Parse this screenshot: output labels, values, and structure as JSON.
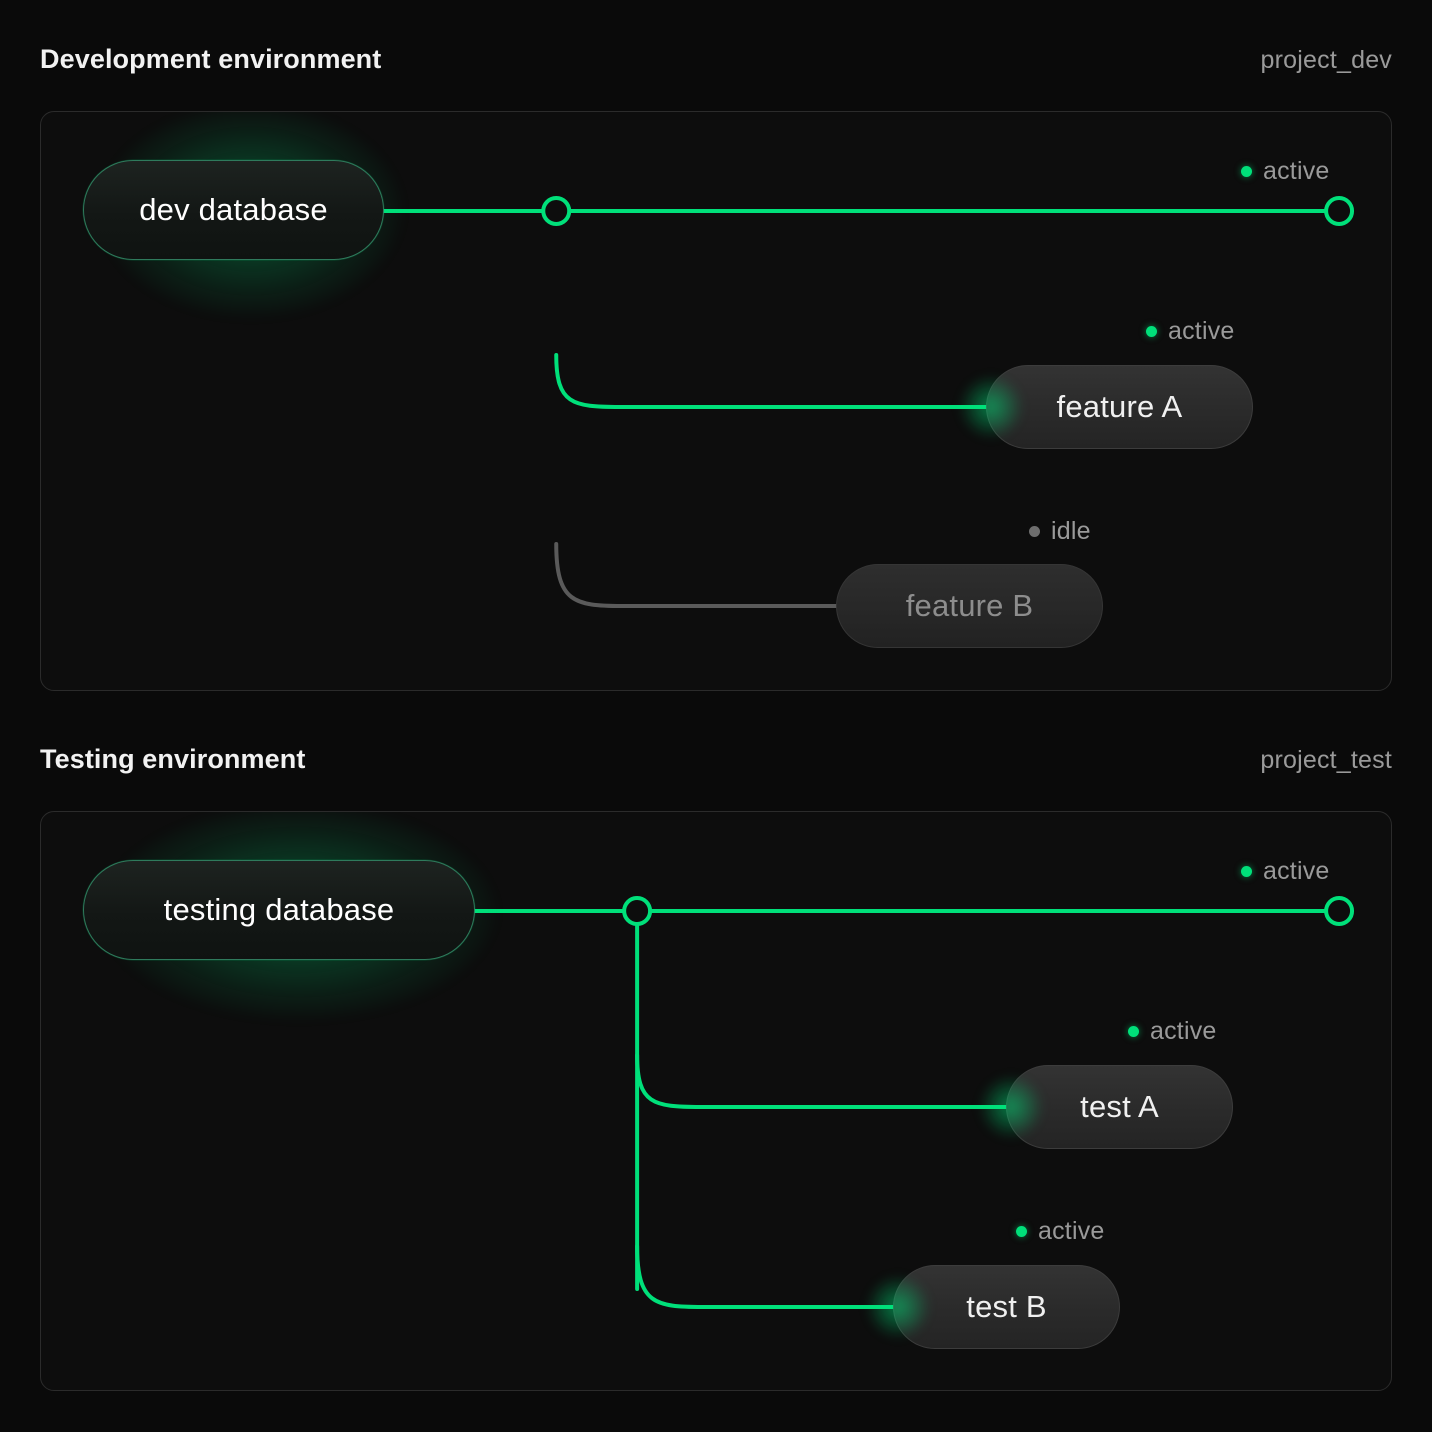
{
  "theme": {
    "background": "#0a0a0a",
    "card_background": "#0d0d0d",
    "card_border": "#2b2b2b",
    "accent_active": "#00e07a",
    "idle_gray": "#6e6e6e",
    "text_primary": "#f2f2f2",
    "text_muted": "#9a9a9a"
  },
  "sections": [
    {
      "id": "development",
      "title": "Development environment",
      "project": "project_dev",
      "root": {
        "label": "dev database",
        "state": "active"
      },
      "trunk_status": {
        "label": "active",
        "state": "active"
      },
      "children": [
        {
          "label": "feature A",
          "state": "active",
          "status_label": "active"
        },
        {
          "label": "feature B",
          "state": "idle",
          "status_label": "idle"
        }
      ]
    },
    {
      "id": "testing",
      "title": "Testing environment",
      "project": "project_test",
      "root": {
        "label": "testing database",
        "state": "active"
      },
      "trunk_status": {
        "label": "active",
        "state": "active"
      },
      "children": [
        {
          "label": "test A",
          "state": "active",
          "status_label": "active"
        },
        {
          "label": "test B",
          "state": "active",
          "status_label": "active"
        }
      ]
    }
  ]
}
